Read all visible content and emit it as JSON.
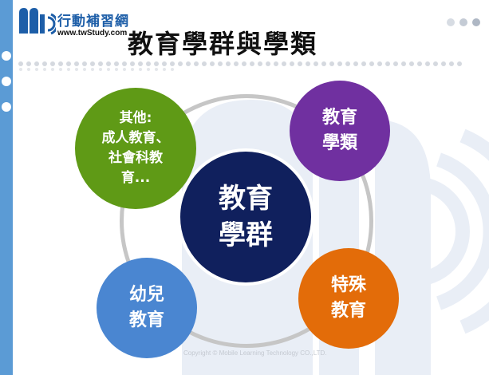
{
  "logo": {
    "name": "行動補習網",
    "url": "www.twStudy.com"
  },
  "title": "教育學群與學類",
  "diagram": {
    "center": {
      "label": "教育\n學群",
      "color": "#10205d"
    },
    "nodes": [
      {
        "id": "other",
        "label": "其他:\n成人教育、\n社會科教\n育...",
        "color": "#5f9a16"
      },
      {
        "id": "education",
        "label": "教育\n學類",
        "color": "#7030a0"
      },
      {
        "id": "early-childhood",
        "label": "幼兒\n教育",
        "color": "#4a86d1"
      },
      {
        "id": "special",
        "label": "特殊\n教育",
        "color": "#e36c09"
      }
    ],
    "ring_color": "#c6c6c6"
  },
  "copyright": "Copyright © Mobile Learning Technology CO.,LTD.",
  "colors": {
    "strip": "#5b9bd5",
    "watermark": "#e9eef6",
    "dots": "#d5d9df",
    "brand": "#1d5ea8"
  }
}
